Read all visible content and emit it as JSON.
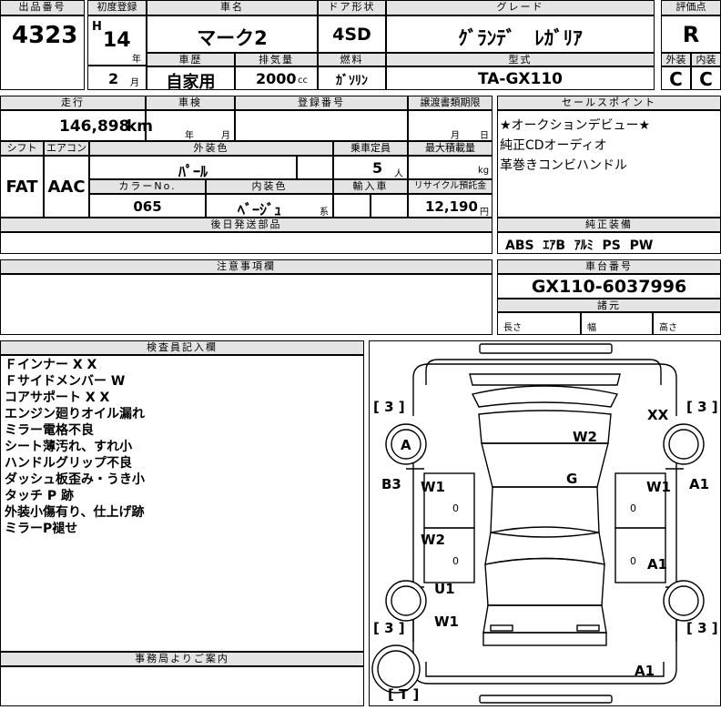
{
  "header": {
    "lot_label": "出品番号",
    "lot_value": "4323",
    "first_reg_label": "初度登録",
    "era": "H",
    "year": "14",
    "year_unit": "年",
    "month": "2",
    "month_unit": "月",
    "car_name_label": "車名",
    "car_name": "マーク2",
    "door_label": "ドア形状",
    "door": "4SD",
    "grade_label": "グレード",
    "grade": "ｸﾞﾗﾝﾃﾞ　ﾚｶﾞﾘｱ",
    "score_label": "評価点",
    "score": "R",
    "history_label": "車歴",
    "history": "自家用",
    "displacement_label": "排気量",
    "displacement": "2000",
    "displacement_unit": "cc",
    "fuel_label": "燃料",
    "fuel": "ｶﾞｿﾘﾝ",
    "model_label": "型式",
    "model": "TA-GX110",
    "exterior_label": "外装",
    "exterior": "C",
    "interior_label": "内装",
    "interior": "C"
  },
  "details": {
    "mileage_label": "走行",
    "mileage": "146,898",
    "mileage_unit": "km",
    "inspection_label": "車検",
    "year_unit": "年",
    "month_unit": "月",
    "day_unit": "日",
    "registration_label": "登録番号",
    "transfer_label": "譲渡書類期限",
    "shift_label": "シフト",
    "shift": "FAT",
    "ac_label": "エアコン",
    "ac": "AAC",
    "color_label": "外装色",
    "color": "ﾊﾟｰﾙ",
    "capacity_label": "乗車定員",
    "capacity": "5",
    "capacity_unit": "人",
    "load_label": "最大積載量",
    "load_unit": "kg",
    "color_no_label": "カラーNo.",
    "color_no": "065",
    "int_color_label": "内装色",
    "int_color": "ﾍﾞｰｼﾞｭ",
    "int_color_unit": "系",
    "import_label": "輸入車",
    "recycle_label": "リサイクル預託金",
    "recycle": "12,190",
    "recycle_unit": "円",
    "later_parts_label": "後日発送部品"
  },
  "sales": {
    "label": "セールスポイント",
    "points": [
      "★オークションデビュー★",
      "純正CDオーディオ",
      "革巻きコンビハンドル"
    ]
  },
  "equipment": {
    "label": "純正装備",
    "items": "ABS  ｴｱB  ｱﾙﾐ  PS  PW"
  },
  "caution": {
    "label": "注意事項欄"
  },
  "chassis": {
    "label": "車台番号",
    "number": "GX110-6037996",
    "dims_label": "諸元",
    "length_label": "長さ",
    "width_label": "幅",
    "height_label": "高さ"
  },
  "inspector": {
    "label": "検査員記入欄",
    "notes": [
      "Ｆインナー X X",
      "Ｆサイドメンバー W",
      "コアサポート X X",
      "エンジン廻りオイル漏れ",
      "ミラー電格不良",
      "シート薄汚れ、すれ小",
      "ハンドルグリップ不良",
      "ダッシュ板歪み・うき小",
      "タッチ P 跡",
      "外装小傷有り、仕上げ跡",
      "ミラーP褪せ"
    ]
  },
  "office": {
    "label": "事務局よりご案内"
  },
  "diagram": {
    "tire_fl": "[ 3 ]",
    "tire_fr": "[ 3 ]",
    "tire_rl": "[ 3 ]",
    "tire_rr": "[ 3 ]",
    "spare": "[ T ]",
    "marks": {
      "a": "A",
      "xx": "XX",
      "w2_hood": "W2",
      "b3": "B3",
      "w1_fl": "W1",
      "g": "G",
      "w1_fr": "W1",
      "a1_right_front": "A1",
      "w2_rl": "W2",
      "a1_rr_door": "A1",
      "u1": "U1",
      "w1_rear": "W1",
      "a1_bumper": "A1",
      "door_zero": "0"
    }
  }
}
